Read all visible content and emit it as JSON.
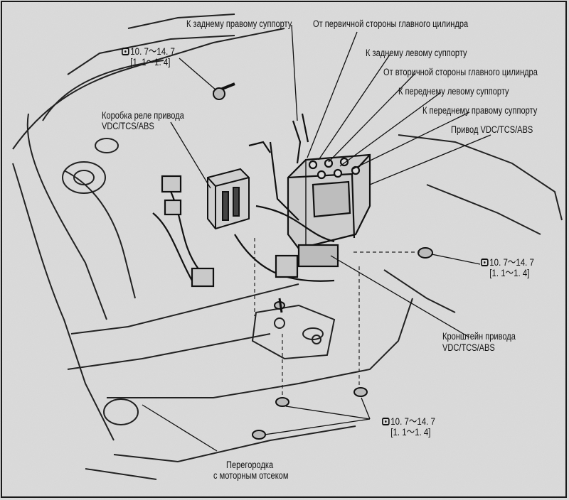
{
  "labels": {
    "rear_right_caliper": "К заднему правому суппорту",
    "master_primary": "От первичной стороны главного цилиндра",
    "rear_left_caliper": "К заднему левому суппорту",
    "master_secondary": "От вторичной стороны главного цилиндра",
    "front_left_caliper": "К переднему левому суппорту",
    "front_right_caliper": "К переднему правому суппорту",
    "actuator": "Привод VDC/TCS/ABS",
    "relay_box_line1": "Коробка реле привода",
    "relay_box_line2": "VDC/TCS/ABS",
    "bracket_line1": "Кронштейн привода",
    "bracket_line2": "VDC/TCS/ABS",
    "bulkhead_line1": "Перегородка",
    "bulkhead_line2": "с моторным отсеком"
  },
  "torques": [
    {
      "value": "10. 7～14. 7",
      "sub": "[1. 1～1. 4]"
    },
    {
      "value": "10. 7～14. 7",
      "sub": "[1. 1～1. 4]"
    },
    {
      "value": "10. 7～14. 7",
      "sub": "[1. 1～1. 4]"
    }
  ]
}
